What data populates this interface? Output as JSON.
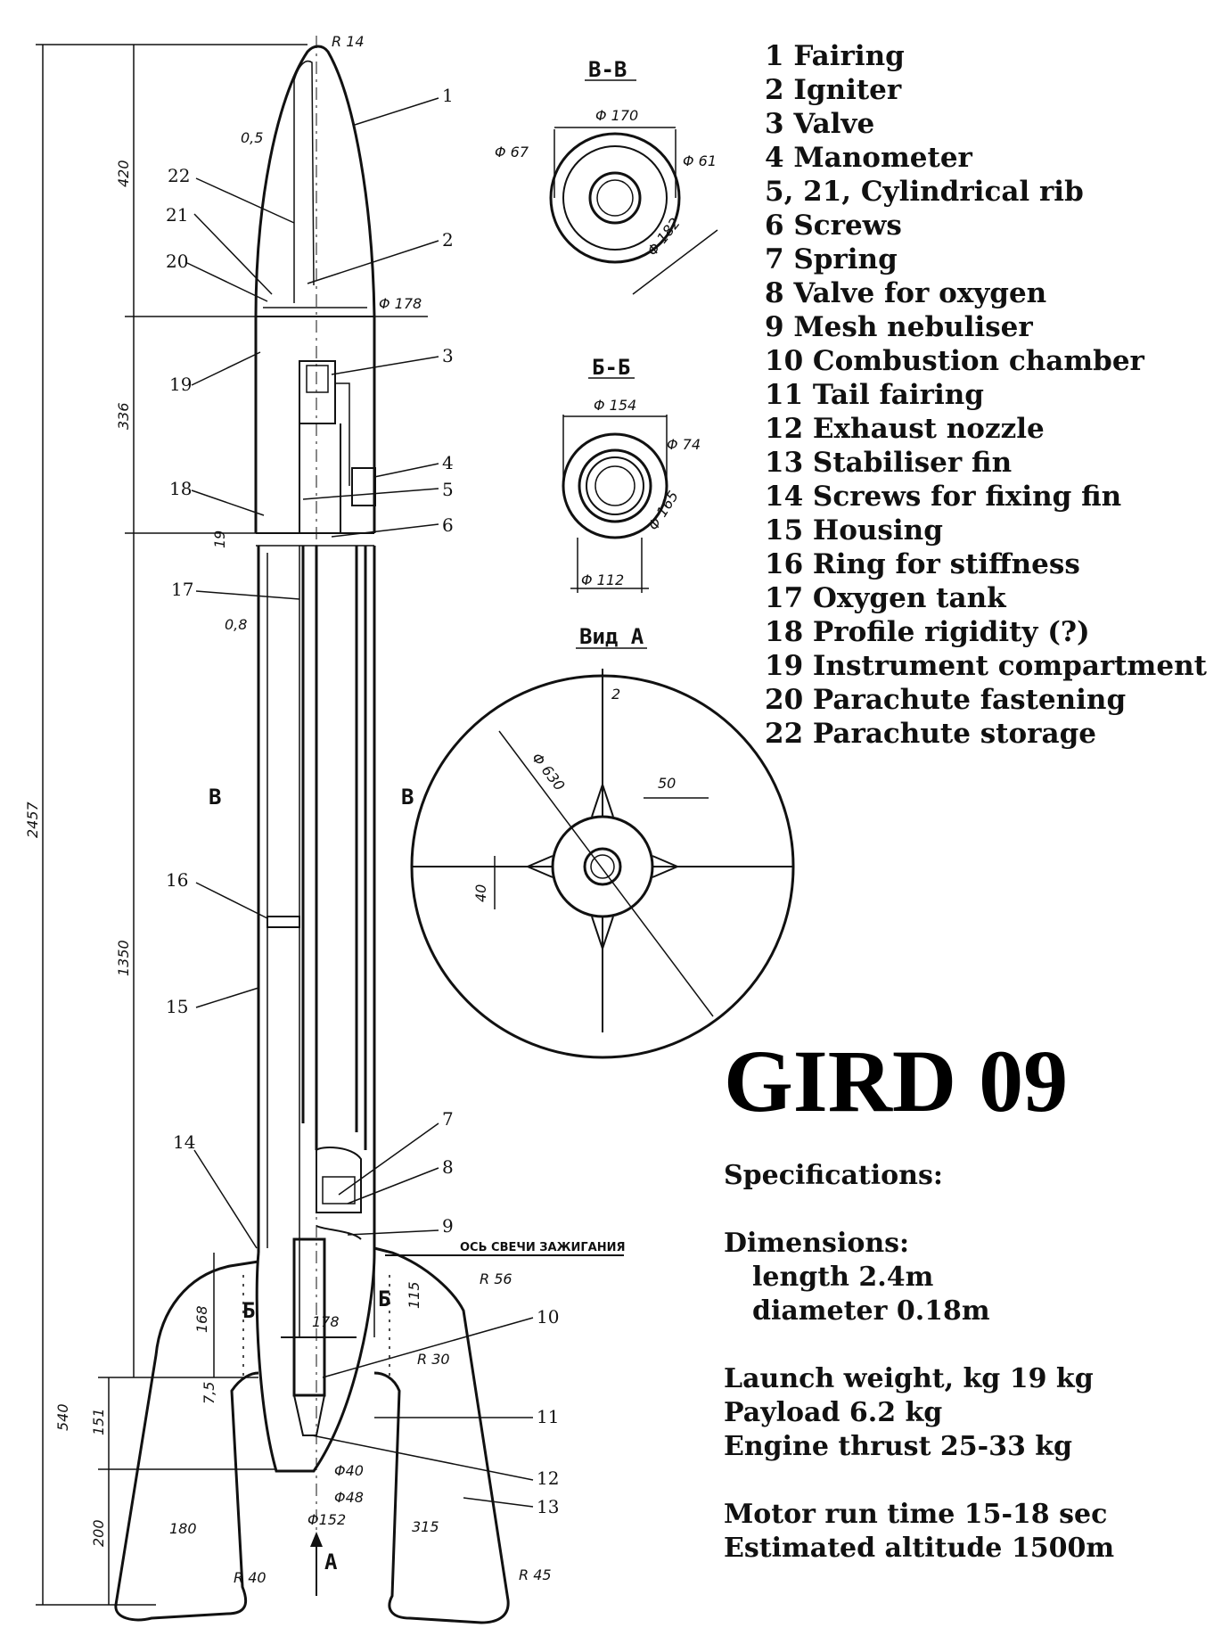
{
  "title": "GIRD 09",
  "parts": [
    "1 Fairing",
    "2 Igniter",
    "3 Valve",
    "4 Manometer",
    "5, 21, Cylindrical rib",
    "6 Screws",
    "7 Spring",
    "8 Valve for oxygen",
    "9 Mesh nebuliser",
    "10 Combustion chamber",
    "11 Tail fairing",
    "12 Exhaust nozzle",
    "13 Stabiliser fin",
    "14 Screws for fixing fin",
    "15 Housing",
    "16 Ring for stiffness",
    "17 Oxygen tank",
    "18 Profile rigidity (?)",
    "19 Instrument compartment",
    "20 Parachute fastening",
    "22 Parachute storage"
  ],
  "specs": {
    "heading": "Specifications:",
    "dimensions_heading": "Dimensions:",
    "length": "length 2.4m",
    "diameter": "diameter 0.18m",
    "launch_weight": "Launch weight, kg 19 kg",
    "payload": "Payload 6.2 kg",
    "thrust": "Engine thrust 25-33 kg",
    "run_time": "Motor run time 15-18 sec",
    "altitude": "Estimated altitude  1500m"
  },
  "drawing": {
    "section_labels": {
      "vv": "В-В",
      "bb": "Б-Б",
      "view_a": "Вид А",
      "cut_v_left": "В",
      "cut_v_right": "В",
      "cut_b_left": "Б",
      "cut_b_right": "Б",
      "arrow_a": "А",
      "spark_axis": "ОСЬ СВЕЧИ ЗАЖИГАНИЯ"
    },
    "dimensions": {
      "overall_length": "2457",
      "nose_length": "420",
      "instrument_length": "336",
      "tank_length": "1350",
      "tail_length": "540",
      "fin_root": "200",
      "fin_lower": "151",
      "fin_upper": "168",
      "small_7_5": "7,5",
      "ring_19": "19",
      "wall_0_5": "0,5",
      "wall_0_8": "0,8",
      "nose_radius": "R 14",
      "body_diameter": "Φ 178",
      "vv_170": "Φ 170",
      "vv_67": "Φ 67",
      "vv_61": "Φ 61",
      "vv_182": "Φ 182",
      "bb_154": "Φ 154",
      "bb_74": "Φ 74",
      "bb_165": "Φ 165",
      "bb_112": "Φ 112",
      "view_630": "Φ 630",
      "view_2": "2",
      "view_50": "50",
      "view_40": "40",
      "r56": "R 56",
      "r30": "R 30",
      "r40": "R 40",
      "r45": "R 45",
      "d178_tail": "178",
      "d40": "Φ40",
      "d48": "Φ48",
      "d152": "Φ152",
      "fin_180": "180",
      "fin_315": "315",
      "d115": "115"
    },
    "callouts": [
      "1",
      "2",
      "3",
      "4",
      "5",
      "6",
      "7",
      "8",
      "9",
      "10",
      "11",
      "12",
      "13",
      "14",
      "15",
      "16",
      "17",
      "18",
      "19",
      "20",
      "21",
      "22"
    ]
  }
}
